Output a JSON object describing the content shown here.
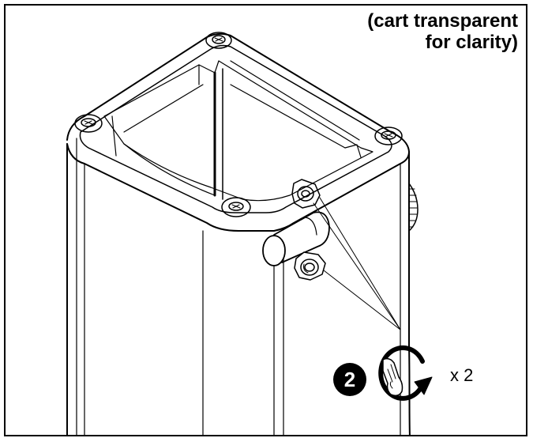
{
  "caption": {
    "line1": "(cart transparent",
    "line2": "for clarity)"
  },
  "step": {
    "number": "2"
  },
  "instruction": {
    "quantity": "x 2",
    "action_icon": "hand-turn-clockwise-icon"
  },
  "colors": {
    "line": "#000000",
    "background": "#ffffff",
    "badge": "#000000",
    "badge_text": "#ffffff"
  }
}
